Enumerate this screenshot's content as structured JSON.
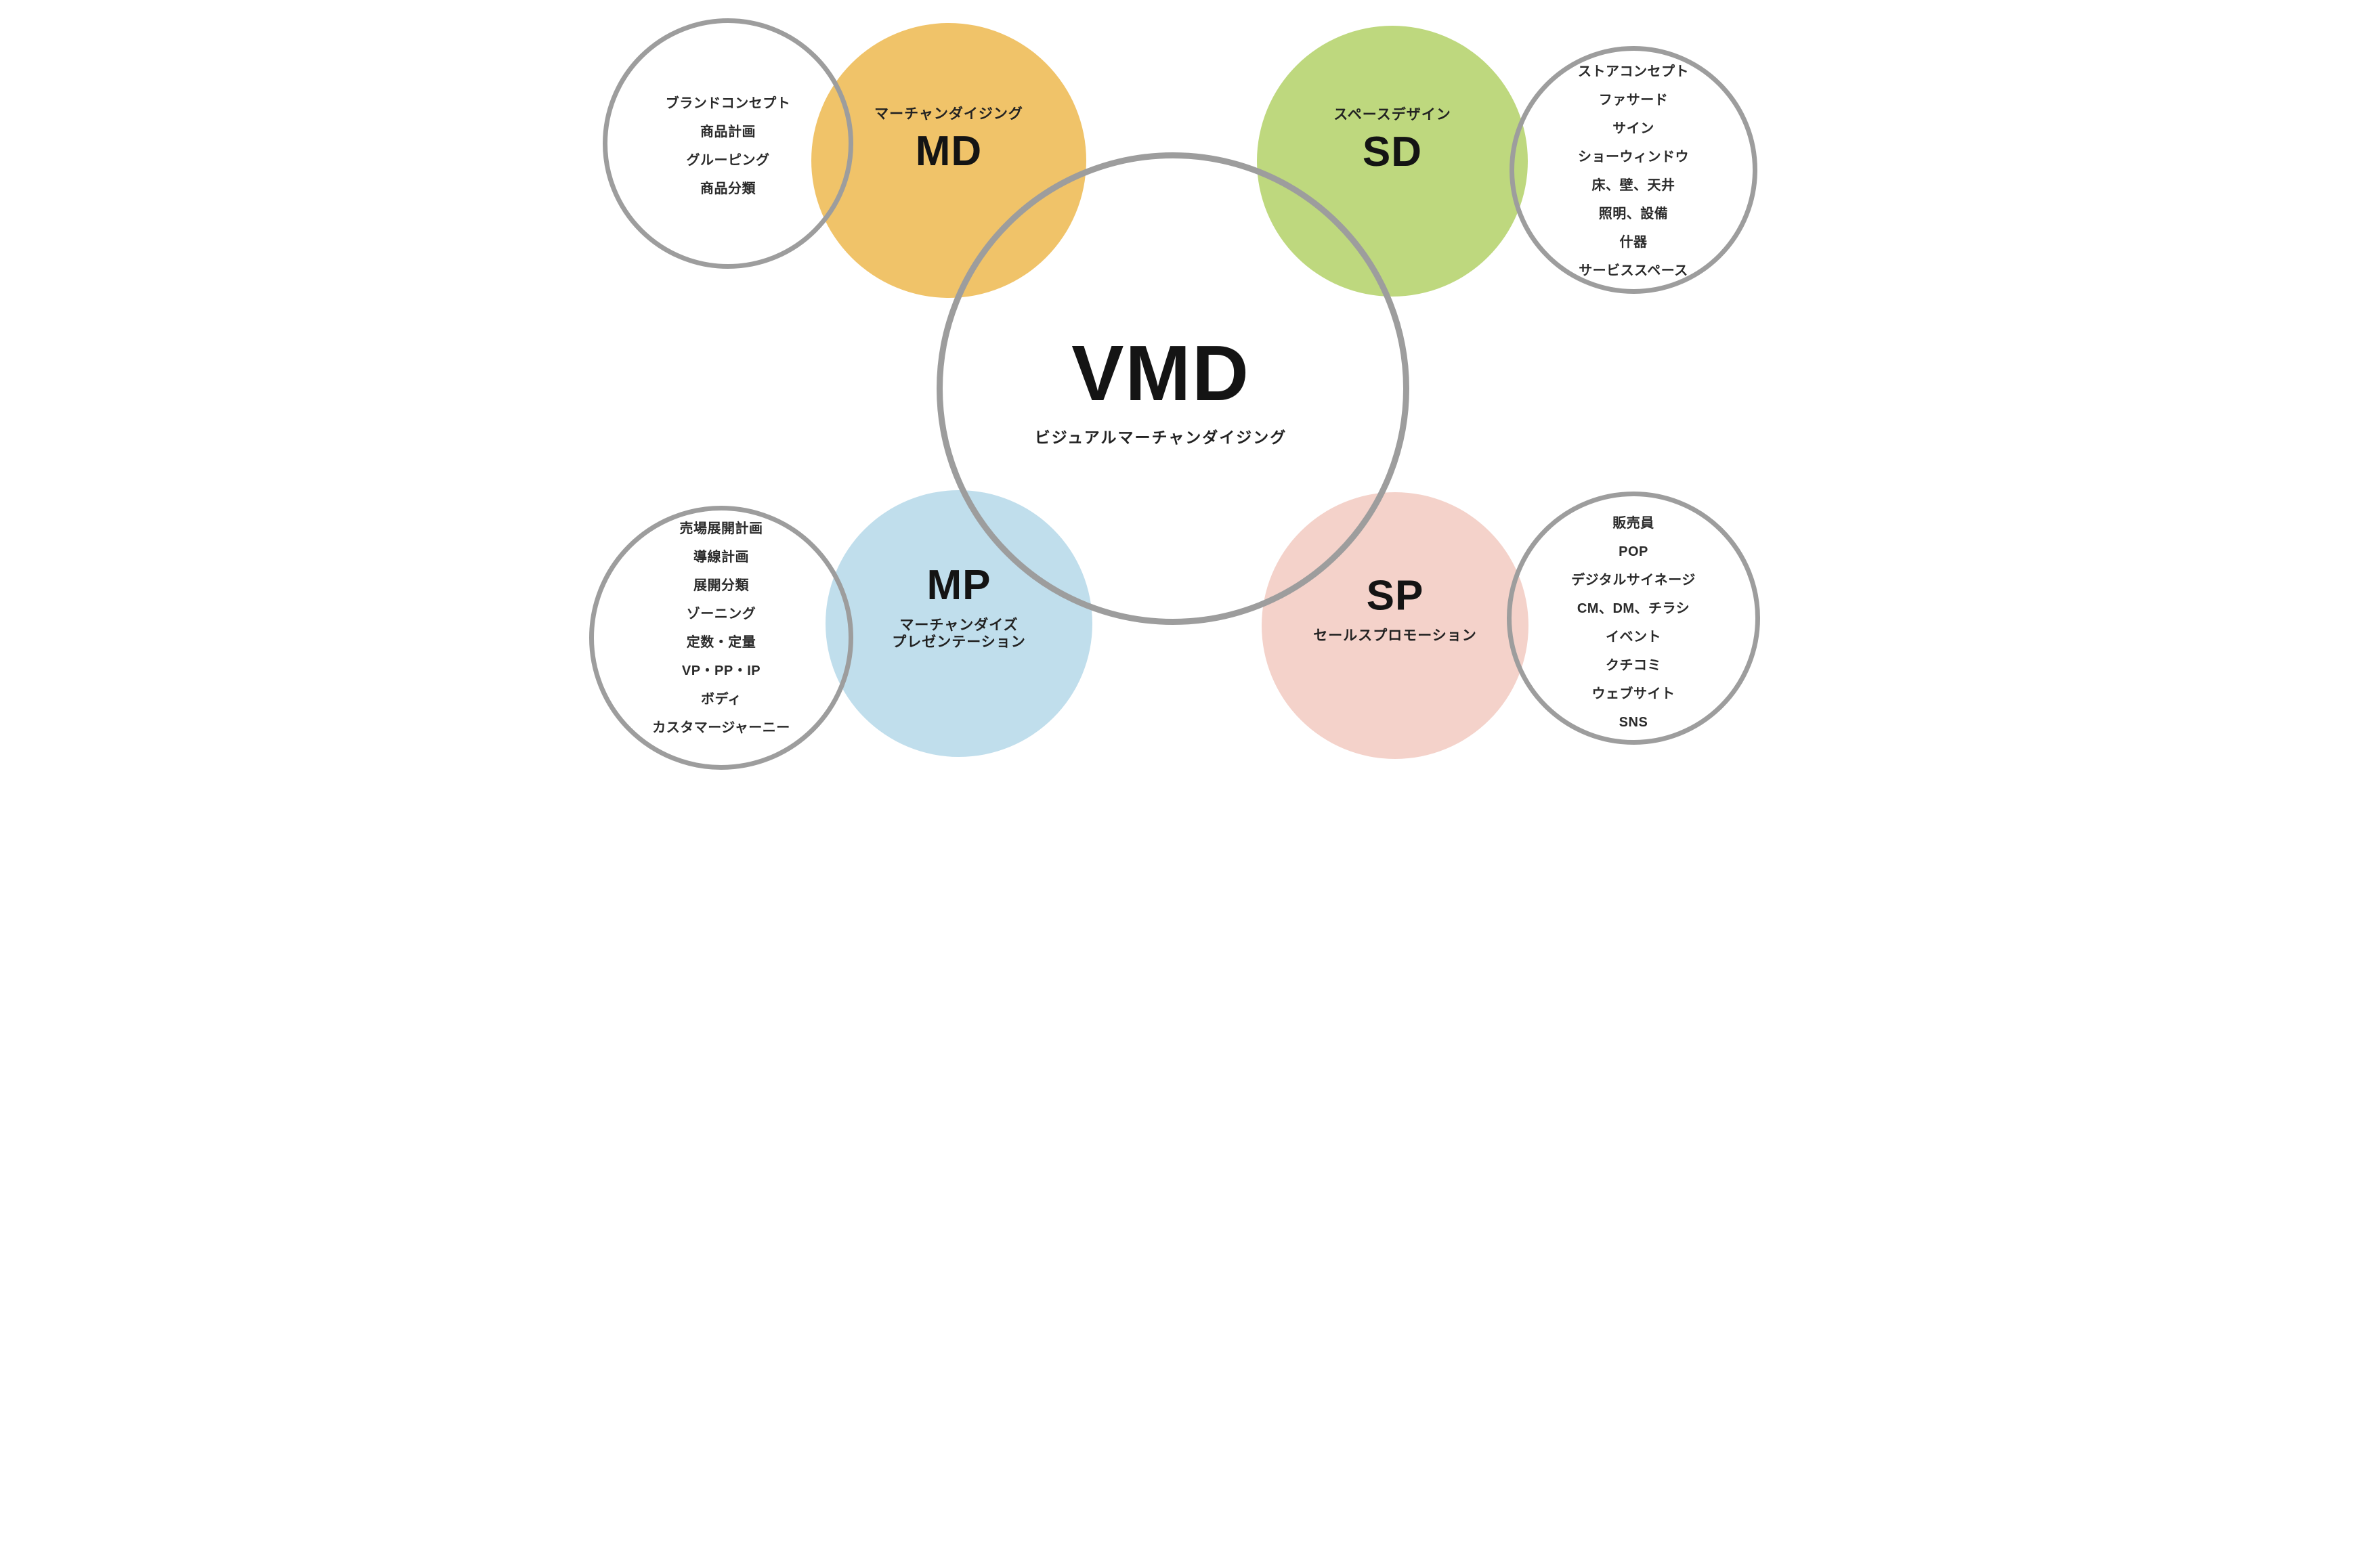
{
  "diagram_title": "VMD",
  "center": {
    "acronym": "VMD",
    "subtitle": "ビジュアルマーチャンダイジング"
  },
  "nodes": {
    "md": {
      "acronym": "MD",
      "label": "マーチャンダイジング"
    },
    "sd": {
      "acronym": "SD",
      "label": "スペースデザイン"
    },
    "mp": {
      "acronym": "MP",
      "label_lines": [
        "マーチャンダイズ",
        "プレゼンテーション"
      ]
    },
    "sp": {
      "acronym": "SP",
      "label": "セールスプロモーション"
    }
  },
  "lists": {
    "md_related": [
      "ブランドコンセプト",
      "商品計画",
      "グルーピング",
      "商品分類"
    ],
    "sd_related": [
      "ストアコンセプト",
      "ファサード",
      "サイン",
      "ショーウィンドウ",
      "床、壁、天井",
      "照明、設備",
      "什器",
      "サービススペース"
    ],
    "mp_related": [
      "売場展開計画",
      "導線計画",
      "展開分類",
      "ゾーニング",
      "定数・定量",
      "VP・PP・IP",
      "ボディ",
      "カスタマージャーニー"
    ],
    "sp_related": [
      "販売員",
      "POP",
      "デジタルサイネージ",
      "CM、DM、チラシ",
      "イベント",
      "クチコミ",
      "ウェブサイト",
      "SNS"
    ]
  },
  "colors": {
    "md_circle": "#F0C369",
    "sd_circle": "#BED87E",
    "mp_circle": "#C0DEEC",
    "sp_circle": "#F4D2CA",
    "ring_stroke": "#9D9D9D",
    "text": "#1F1F1F"
  }
}
